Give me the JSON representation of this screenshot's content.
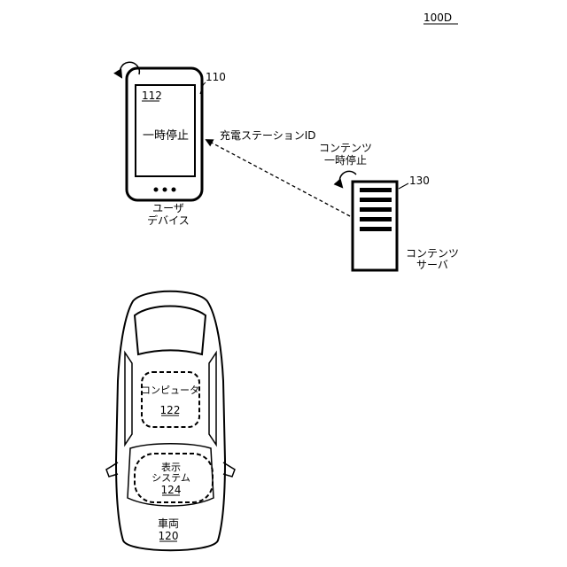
{
  "figure_label": "100D",
  "user_device": {
    "ref": "110",
    "screen_ref": "112",
    "screen_text": "一時停止",
    "label_line1": "ユーザ",
    "label_line2": "デバイス"
  },
  "message": {
    "text": "充電ステーションID"
  },
  "content_server": {
    "ref": "130",
    "action_line1": "コンテンツ",
    "action_line2": "一時停止",
    "label_line1": "コンテンツ",
    "label_line2": "サーバ"
  },
  "vehicle": {
    "label": "車両",
    "ref": "120",
    "computer": {
      "label": "コンピュータ",
      "ref": "122"
    },
    "display": {
      "label_line1": "表示",
      "label_line2": "システム",
      "ref": "124"
    }
  },
  "colors": {
    "ink": "#000000",
    "background": "#ffffff"
  }
}
